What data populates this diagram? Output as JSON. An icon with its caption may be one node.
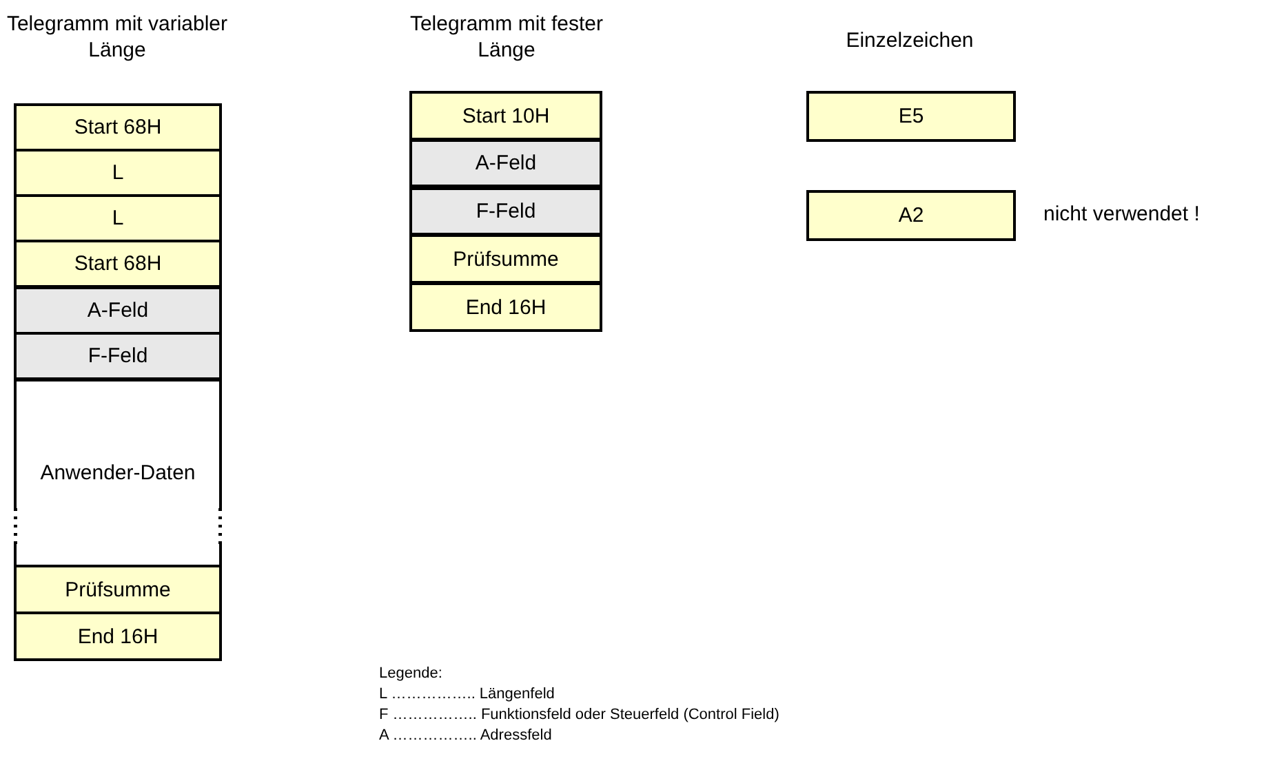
{
  "diagram": {
    "nodes": [
      {
        "text": [
          "Start 68H"
        ]
      },
      {
        "text": [
          "L"
        ]
      },
      {
        "text": [
          "L"
        ]
      },
      {
        "text": [
          "Start 68H"
        ]
      },
      {
        "text": [
          "A-Feld"
        ]
      },
      {
        "text": [
          "F-Feld"
        ]
      },
      {
        "text": [
          "Anwender-Daten"
        ]
      },
      {
        "text": [
          "Prüfsumme"
        ]
      },
      {
        "text": [
          "End 16H"
        ]
      },
      {
        "text": [
          "Start 10H"
        ]
      },
      {
        "text": [
          "A-Feld"
        ]
      },
      {
        "text": [
          "F-Feld"
        ]
      },
      {
        "text": [
          "Prüfsumme"
        ]
      },
      {
        "text": [
          "End 16H"
        ]
      },
      {
        "text": [
          "E5"
        ]
      },
      {
        "text": [
          "A2"
        ],
        "beside": [
          "nicht verwendet !"
        ]
      }
    ],
    "edges": [],
    "labels": [
      "Telegramm mit variabler Länge",
      "Telegramm mit fester Länge",
      "Einzelzeichen",
      "Legende:",
      "L …………….. Längenfeld",
      "F …………….. Funktionsfeld oder Steuerfeld (Control Field)",
      "A …………….. Adressfeld"
    ]
  }
}
